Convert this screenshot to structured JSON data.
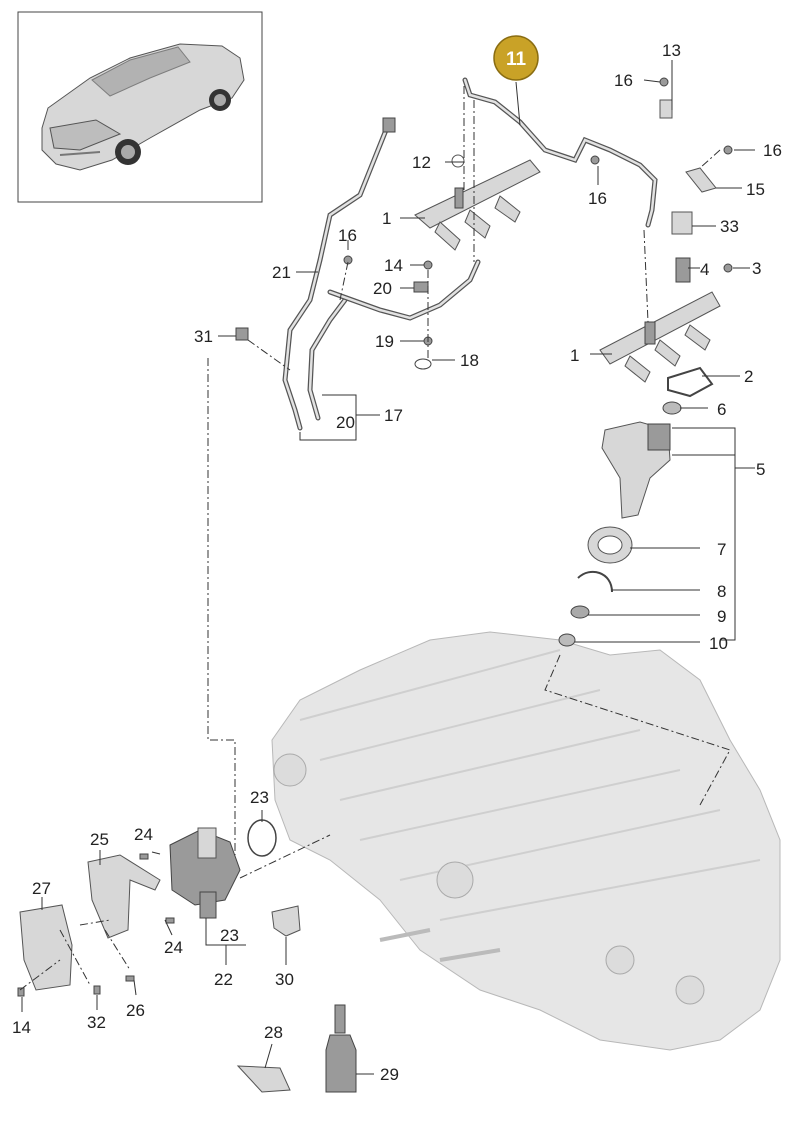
{
  "callouts": {
    "c1a": "1",
    "c1b": "1",
    "c2": "2",
    "c3": "3",
    "c4": "4",
    "c5": "5",
    "c6": "6",
    "c7": "7",
    "c8": "8",
    "c9": "9",
    "c10": "10",
    "c11": "11",
    "c12": "12",
    "c13": "13",
    "c14a": "14",
    "c14b": "14",
    "c15": "15",
    "c16a": "16",
    "c16b": "16",
    "c16c": "16",
    "c17": "17",
    "c18": "18",
    "c19": "19",
    "c20a": "20",
    "c20b": "20",
    "c21": "21",
    "c22": "22",
    "c23a": "23",
    "c23b": "23",
    "c24a": "24",
    "c24b": "24",
    "c25": "25",
    "c26": "26",
    "c27": "27",
    "c28": "28",
    "c29": "29",
    "c30": "30",
    "c31": "31",
    "c32": "32",
    "c33": "33"
  },
  "colors": {
    "highlight_badge": "#c9a227",
    "highlight_badge_text": "#ffffff",
    "line": "#333333",
    "part_fill": "#d7d7d7",
    "engine_fill": "#e6e6e6"
  }
}
